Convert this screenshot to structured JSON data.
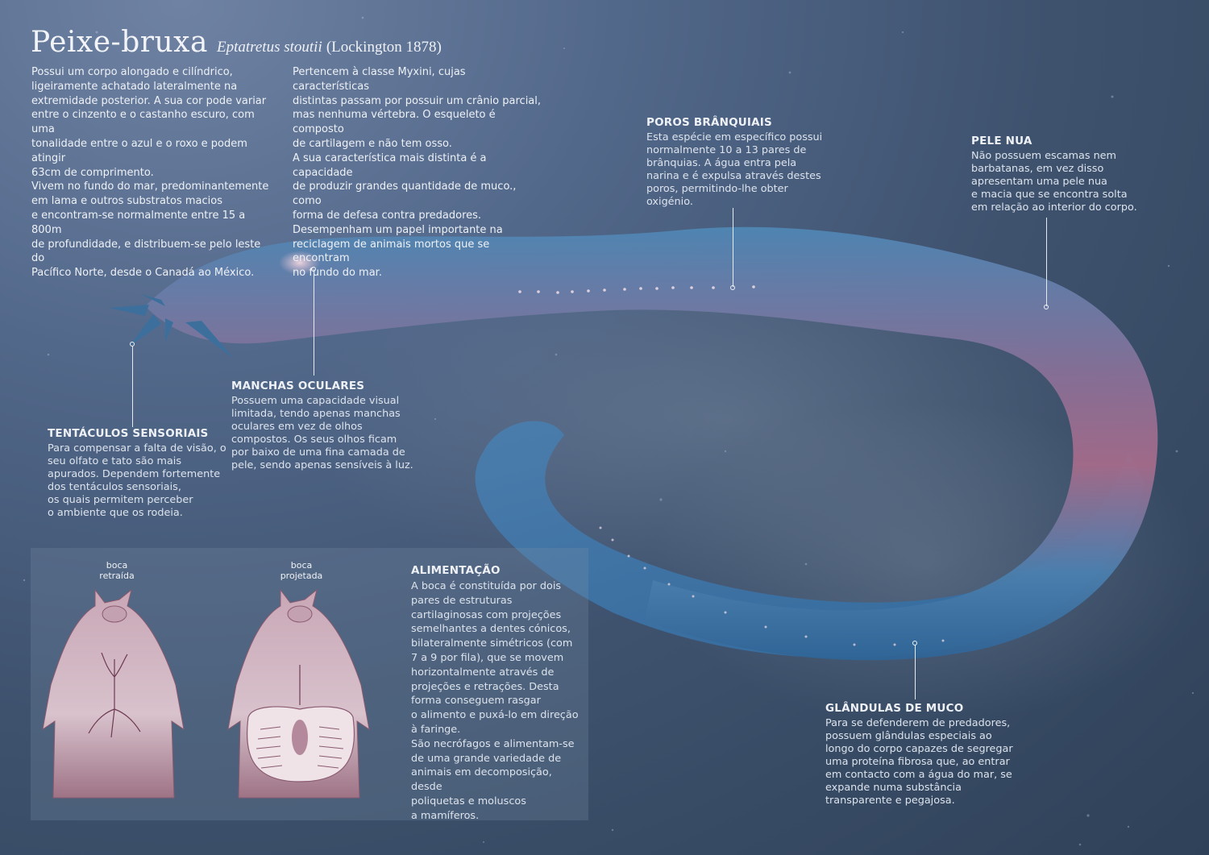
{
  "header": {
    "title": "Peixe-bruxa",
    "scientific_name": "Eptatretus stoutii",
    "authority": "(Lockington 1878)"
  },
  "intro": {
    "column1": "Possui um corpo alongado e cilíndrico,\nligeiramente achatado lateralmente na\nextremidade posterior. A sua cor pode variar\nentre o cinzento e o castanho escuro, com uma\ntonalidade entre o azul e o roxo e podem atingir\n63cm de comprimento.\nVivem no fundo do mar, predominantemente\nem lama e outros substratos macios\ne encontram-se normalmente entre 15 a 800m\nde profundidade, e distribuem-se pelo leste do\nPacífico Norte, desde o Canadá ao México.",
    "column2": "Pertencem à classe Myxini, cujas características\ndistintas passam por possuir um crânio parcial,\nmas nenhuma vértebra. O esqueleto é composto\nde cartilagem e não tem osso.\nA sua característica mais distinta é a capacidade\nde produzir grandes quantidade de muco., como\nforma de defesa contra predadores.\nDesempenham um papel importante na\nreciclagem de animais mortos que se encontram\nno fundo do mar."
  },
  "annotations": {
    "poros": {
      "title": "POROS BRÂNQUIAIS",
      "text": "Esta espécie em específico possui\nnormalmente 10 a 13 pares de\nbrânquias. A água entra pela\nnarina e é expulsa através destes\nporos, permitindo-lhe obter\noxigénio."
    },
    "pele": {
      "title": "PELE NUA",
      "text": "Não possuem escamas nem\nbarbatanas, em vez disso\napresentam uma pele nua\ne macia que se encontra solta\nem relação ao interior do corpo."
    },
    "tentaculos": {
      "title": "TENTÁCULOS SENSORIAIS",
      "text": "Para compensar a falta de visão, o\nseu olfato e tato são mais\napurados. Dependem fortemente\ndos tentáculos sensoriais,\nos quais permitem perceber\no ambiente que os rodeia."
    },
    "manchas": {
      "title": "MANCHAS OCULARES",
      "text": "Possuem uma capacidade visual\nlimitada, tendo apenas manchas\noculares em vez de olhos\ncompostos. Os seus olhos ficam\npor baixo de uma fina camada de\npele, sendo apenas sensíveis à luz."
    },
    "glandulas": {
      "title": "GLÂNDULAS DE MUCO",
      "text": "Para se defenderem de predadores,\npossuem glândulas especiais ao\nlongo do corpo capazes de segregar\numa proteína fibrosa que, ao entrar\nem contacto com a água do mar, se\nexpande numa substância\ntransparente e pegajosa."
    },
    "alimentacao": {
      "title": "ALIMENTAÇÃO",
      "text": "A boca é constituída por dois\npares de estruturas\ncartilaginosas com projeções\nsemelhantes a dentes cónicos,\nbilateralmente simétricos (com\n7 a 9 por fila), que se movem\nhorizontalmente através de\nprojeções e retrações. Desta\nforma conseguem rasgar\no alimento e puxá-lo em direção\nà faringe.\nSão necrófagos e alimentam-se\nde uma grande variedade de\nanimais em decomposição, desde\npoliquetas e moluscos\na mamíferos."
    }
  },
  "mouth_diagrams": {
    "retracted_label": "boca\nretraída",
    "projected_label": "boca\nprojetada"
  },
  "colors": {
    "background_top": "#6f82a3",
    "background_bottom": "#2f4158",
    "body_blue": "#3f78a8",
    "body_pink": "#a56b8a",
    "mouth_pink": "#b48a9c"
  }
}
